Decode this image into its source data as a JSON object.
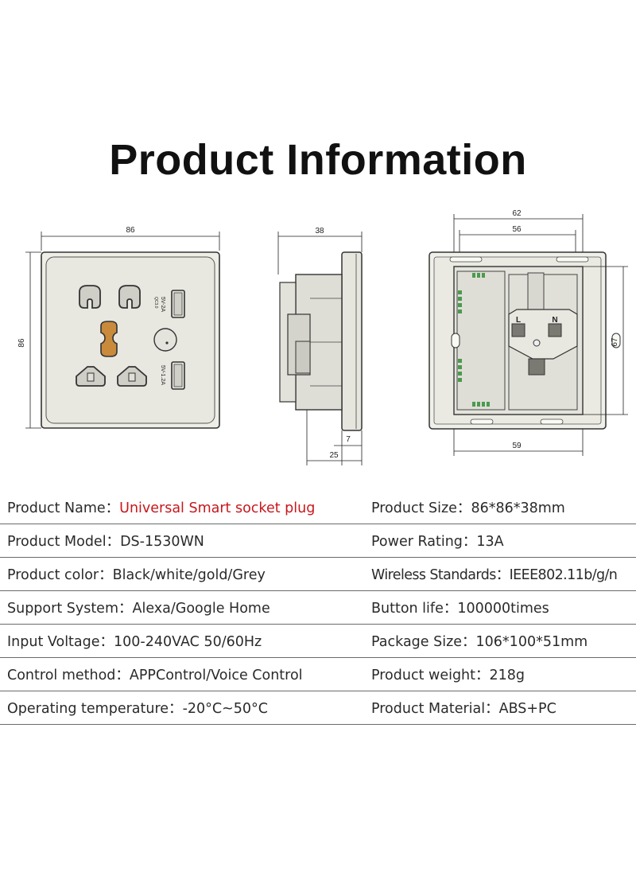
{
  "title": "Product Information",
  "dimensions": {
    "front_width": "86",
    "front_height": "86",
    "side_depth": "38",
    "side_plate": "7",
    "side_body": "25",
    "back_outer_width": "62",
    "back_inner_width": "56",
    "back_height": "67",
    "back_bottom_width": "59",
    "usb_top_label": "5V-2A",
    "usb_top_sub": "QC3.0",
    "usb_bottom_label": "5V-1.2A",
    "terminal_l": "L",
    "terminal_n": "N"
  },
  "specs": [
    {
      "left_label": "Product Name：",
      "left_value": "Universal Smart socket plug",
      "right_label": "Product Size：",
      "right_value": "86*86*38mm"
    },
    {
      "left_label": "Product Model：",
      "left_value": "DS-1530WN",
      "right_label": "Power Rating：",
      "right_value": "13A"
    },
    {
      "left_label": "Product color：",
      "left_value": "Black/white/gold/Grey",
      "right_label": "Wireless Standards：",
      "right_value": "IEEE802.11b/g/n"
    },
    {
      "left_label": "Support System：",
      "left_value": "Alexa/Google Home",
      "right_label": "Button life：",
      "right_value": "100000times"
    },
    {
      "left_label": "Input Voltage：",
      "left_value": "100-240VAC 50/60Hz",
      "right_label": "Package Size：",
      "right_value": "106*100*51mm"
    },
    {
      "left_label": "Control method：",
      "left_value": "APPControl/Voice Control",
      "right_label": "Product weight：",
      "right_value": "218g"
    },
    {
      "left_label": "Operating temperature：",
      "left_value": "-20°C~50°C",
      "right_label": "Product Material：",
      "right_value": "ABS+PC"
    }
  ],
  "colors": {
    "highlight": "#c8171b",
    "panel": "#e9e9e1",
    "socket_core": "#c98a3b"
  }
}
